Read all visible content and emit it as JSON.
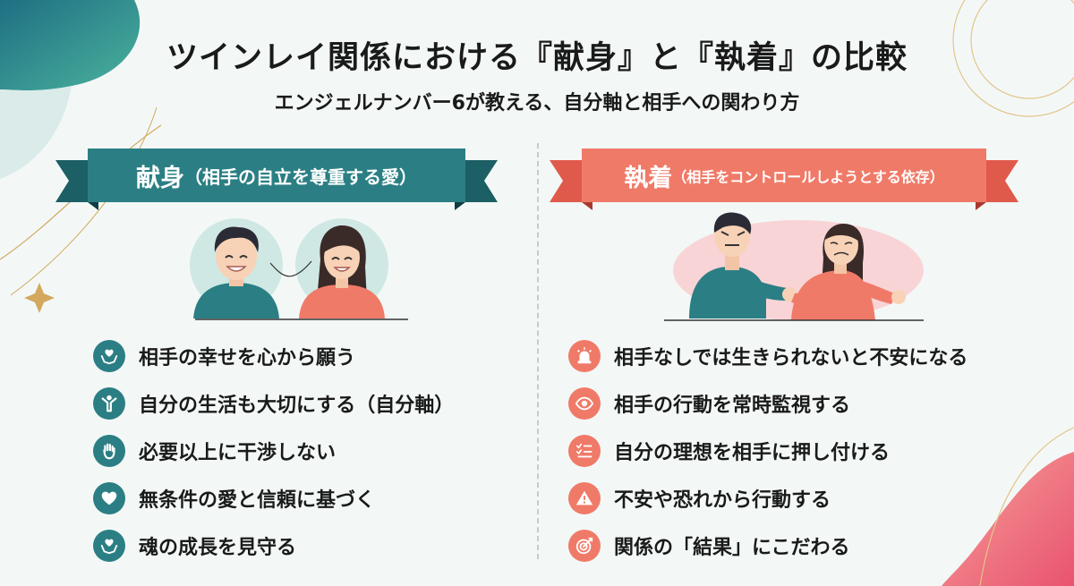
{
  "title": "ツインレイ関係における『献身』と『執着』の比較",
  "subtitle": "エンジェルナンバー6が教える、自分軸と相手への関わり方",
  "left": {
    "banner_main": "献身",
    "banner_sub": "（相手の自立を尊重する愛）",
    "color": "#2b7f84",
    "items": [
      {
        "text": "相手の幸せを心から願う",
        "icon": "heart-hands-icon"
      },
      {
        "text": "自分の生活も大切にする（自分軸）",
        "icon": "person-arms-up-icon"
      },
      {
        "text": "必要以上に干渉しない",
        "icon": "open-hand-icon"
      },
      {
        "text": "無条件の愛と信頼に基づく",
        "icon": "heart-icon"
      },
      {
        "text": "魂の成長を見守る",
        "icon": "heart-hands-icon"
      }
    ]
  },
  "right": {
    "banner_main": "執着",
    "banner_sub": "（相手をコントロールしようとする依存）",
    "color": "#f07a68",
    "items": [
      {
        "text": "相手なしでは生きられないと不安になる",
        "icon": "alarm-icon"
      },
      {
        "text": "相手の行動を常時監視する",
        "icon": "eye-icon"
      },
      {
        "text": "自分の理想を相手に押し付ける",
        "icon": "checklist-icon"
      },
      {
        "text": "不安や恐れから行動する",
        "icon": "warning-icon"
      },
      {
        "text": "関係の「結果」にこだわる",
        "icon": "target-icon"
      }
    ]
  }
}
